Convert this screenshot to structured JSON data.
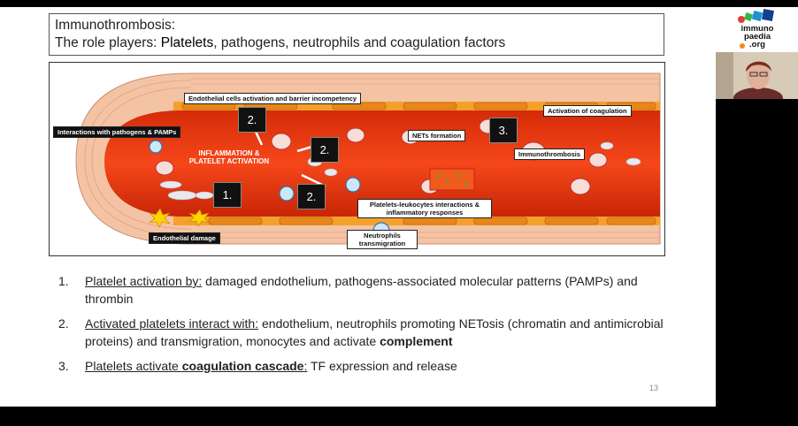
{
  "title": {
    "line1": "Immunothrombosis:",
    "line2_prefix": "The role players: ",
    "line2_bold": "Platelets",
    "line2_suffix": ", pathogens, neutrophils and coagulation factors"
  },
  "figure": {
    "labels": {
      "endothelial_activation": "Endothelial cells activation and barrier incompetency",
      "activation_coagulation": "Activation of coagulation",
      "interactions_pathogens": "Interactions with pathogens & PAMPs",
      "nets_formation": "NETs formation",
      "immunothrombosis": "Immunothrombosis",
      "platelets_leukocytes": "Platelets-leukocytes interactions & inflammatory responses",
      "endothelial_damage": "Endothelial damage",
      "neutrophils_transmigration": "Neutrophils transmigration"
    },
    "inflammation_text": "INFLAMMATION & PLATELET ACTIVATION",
    "numbers": {
      "n1": "1.",
      "n2a": "2.",
      "n2b": "2.",
      "n2c": "2.",
      "n3": "3."
    }
  },
  "list": [
    {
      "num": "1.",
      "underlined": "Platelet activation by:",
      "text": " damaged endothelium, pathogens-associated molecular patterns (PAMPs) and thrombin"
    },
    {
      "num": "2.",
      "underlined": "Activated platelets interact with:",
      "text": " endothelium,  neutrophils promoting NETosis (chromatin and antimicrobial proteins) and transmigration, monocytes and activate ",
      "bold": "complement"
    },
    {
      "num": "3.",
      "underlined_prefix": "Platelets activate ",
      "underlined_bold": "coagulation cascade",
      "underlined_suffix": ":",
      "text": " TF expression and release"
    }
  ],
  "page_number": "13",
  "logo": {
    "text_line1": "immuno",
    "text_line2": "paedia",
    "text_line3": ".org"
  },
  "colors": {
    "vessel_lumen": "#f23a10",
    "vessel_wall": "#f7c8a8",
    "accent_green": "#38b44a"
  }
}
